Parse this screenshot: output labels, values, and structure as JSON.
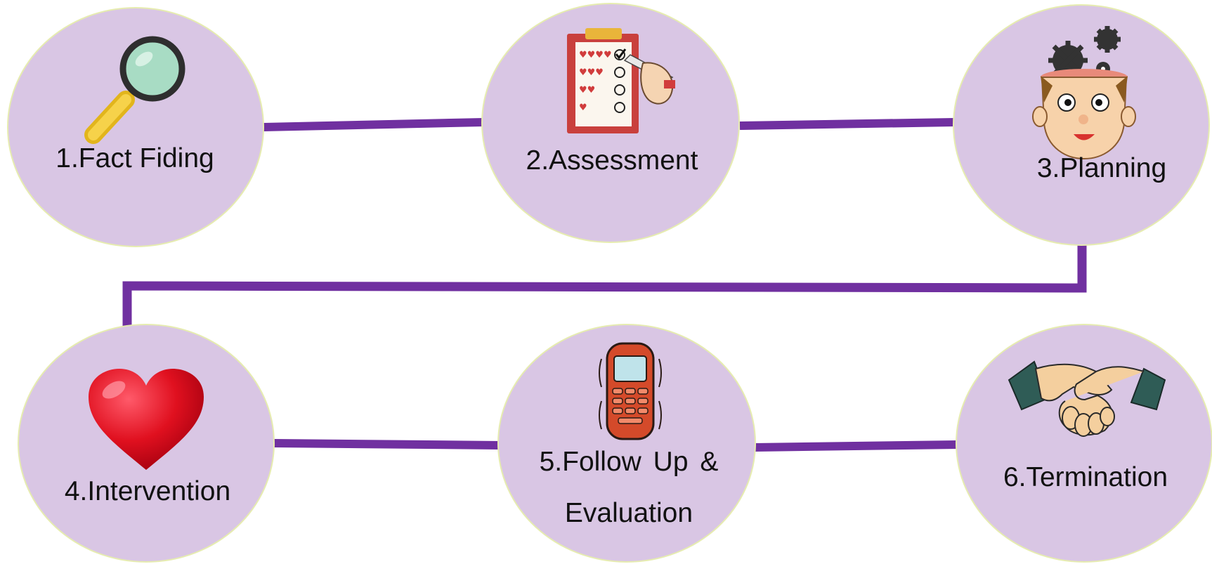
{
  "diagram": {
    "line_color": "#7030a0",
    "circle_fill": "#d9c6e4",
    "circle_border": "#e6ecb0",
    "steps": [
      {
        "label": "1.Fact Fiding",
        "icon": "magnifying-glass-icon"
      },
      {
        "label": "2.Assessment",
        "icon": "clipboard-checklist-icon"
      },
      {
        "label": "3.Planning",
        "icon": "thinking-head-gears-icon"
      },
      {
        "label": "4.Intervention",
        "icon": "heart-icon"
      },
      {
        "label": "5.Follow Up & Evaluation",
        "icon": "ringing-phone-icon"
      },
      {
        "label": "6.Termination",
        "icon": "handshake-icon"
      }
    ]
  }
}
